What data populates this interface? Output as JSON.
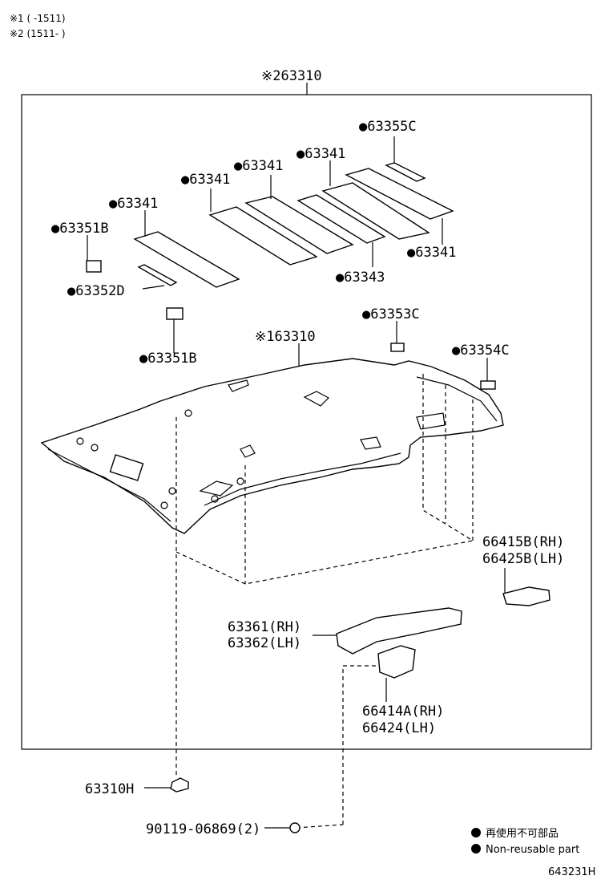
{
  "notes": {
    "note1": "※1 (      -1511)",
    "note2": "※2 (1511-      )"
  },
  "labels": {
    "l_63310_top": "※263310",
    "l_63355C": "●63355C",
    "l_63341_a": "●63341",
    "l_63341_b": "●63341",
    "l_63341_c": "●63341",
    "l_63341_d": "●63341",
    "l_63341_e": "●63341",
    "l_63351B_a": "●63351B",
    "l_63352D": "●63352D",
    "l_63343": "●63343",
    "l_63353C": "●63353C",
    "l_63351B_b": "●63351B",
    "l_63310_mid": "※163310",
    "l_63354C": "●63354C",
    "l_66415B": "66415B(RH)",
    "l_66425B": "66425B(LH)",
    "l_63361": "63361(RH)",
    "l_63362": "63362(LH)",
    "l_66414A": "66414A(RH)",
    "l_66424": "66424(LH)",
    "l_63310H": "63310H",
    "l_90119": "90119-06869(2)"
  },
  "legend": {
    "line1": "再使用不可部品",
    "line2": "Non-reusable part"
  },
  "diagram_id": "643231H"
}
